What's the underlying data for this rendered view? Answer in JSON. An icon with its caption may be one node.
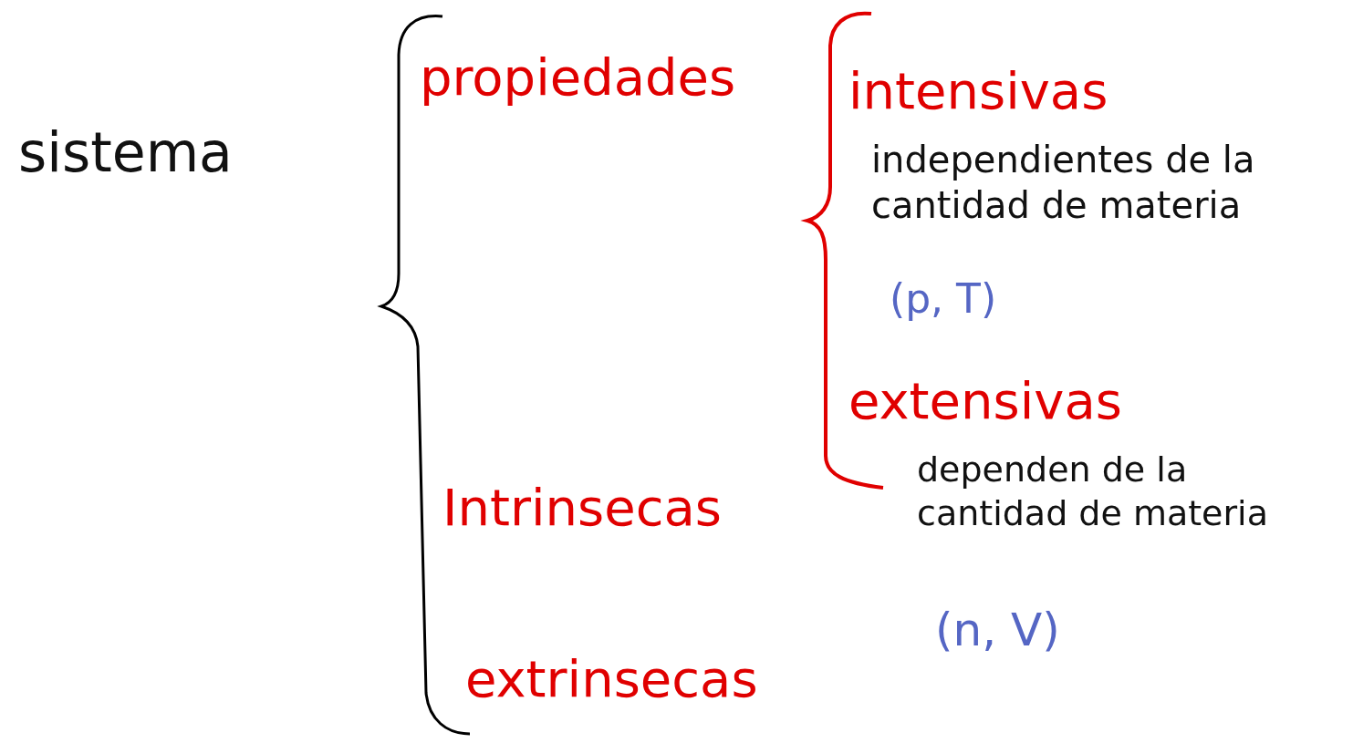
{
  "diagram": {
    "labels": [
      "sistema",
      "propiedades",
      "intensivas",
      "independientes de la cantidad de materia",
      "(p, T)",
      "extensivas",
      "dependen de la cantidad de materia",
      "(n, V)",
      "Intrinsecas",
      "extrinsecas"
    ]
  }
}
